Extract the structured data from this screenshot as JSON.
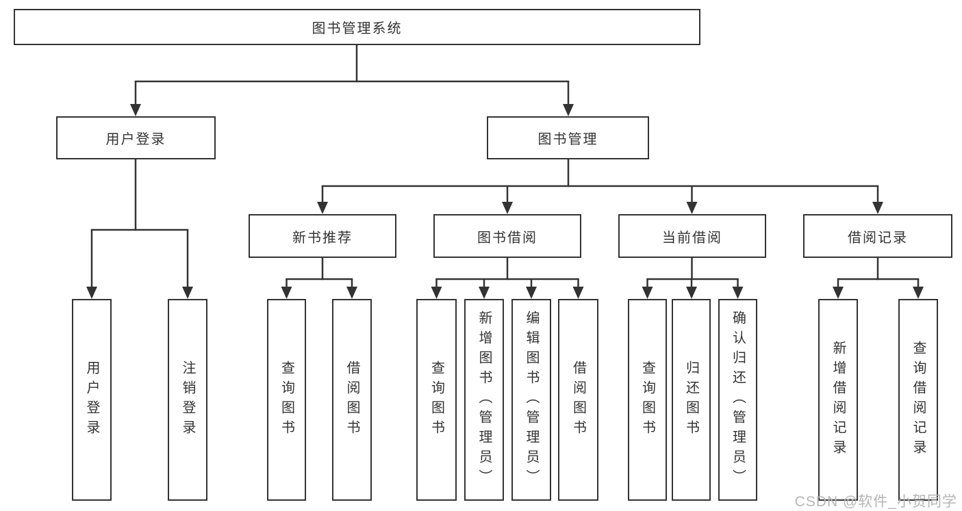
{
  "tree": {
    "label": "图书管理系统",
    "children": [
      {
        "label": "用户登录",
        "children": [
          {
            "label": "用户登录"
          },
          {
            "label": "注销登录"
          }
        ]
      },
      {
        "label": "图书管理",
        "children": [
          {
            "label": "新书推荐",
            "children": [
              {
                "label": "查询图书"
              },
              {
                "label": "借阅图书"
              }
            ]
          },
          {
            "label": "图书借阅",
            "children": [
              {
                "label": "查询图书"
              },
              {
                "label": "新增图书（管理员）"
              },
              {
                "label": "编辑图书（管理员）"
              },
              {
                "label": "借阅图书"
              }
            ]
          },
          {
            "label": "当前借阅",
            "children": [
              {
                "label": "查询图书"
              },
              {
                "label": "归还图书"
              },
              {
                "label": "确认归还（管理员）"
              }
            ]
          },
          {
            "label": "借阅记录",
            "children": [
              {
                "label": "新增借阅记录"
              },
              {
                "label": "查询借阅记录"
              }
            ]
          }
        ]
      }
    ]
  },
  "watermark": {
    "text": "CSDN @软件_小贺同学"
  },
  "colors": {
    "line": "#333333",
    "text": "#333333",
    "background": "#ffffff",
    "watermark": "#b5b5b5"
  }
}
